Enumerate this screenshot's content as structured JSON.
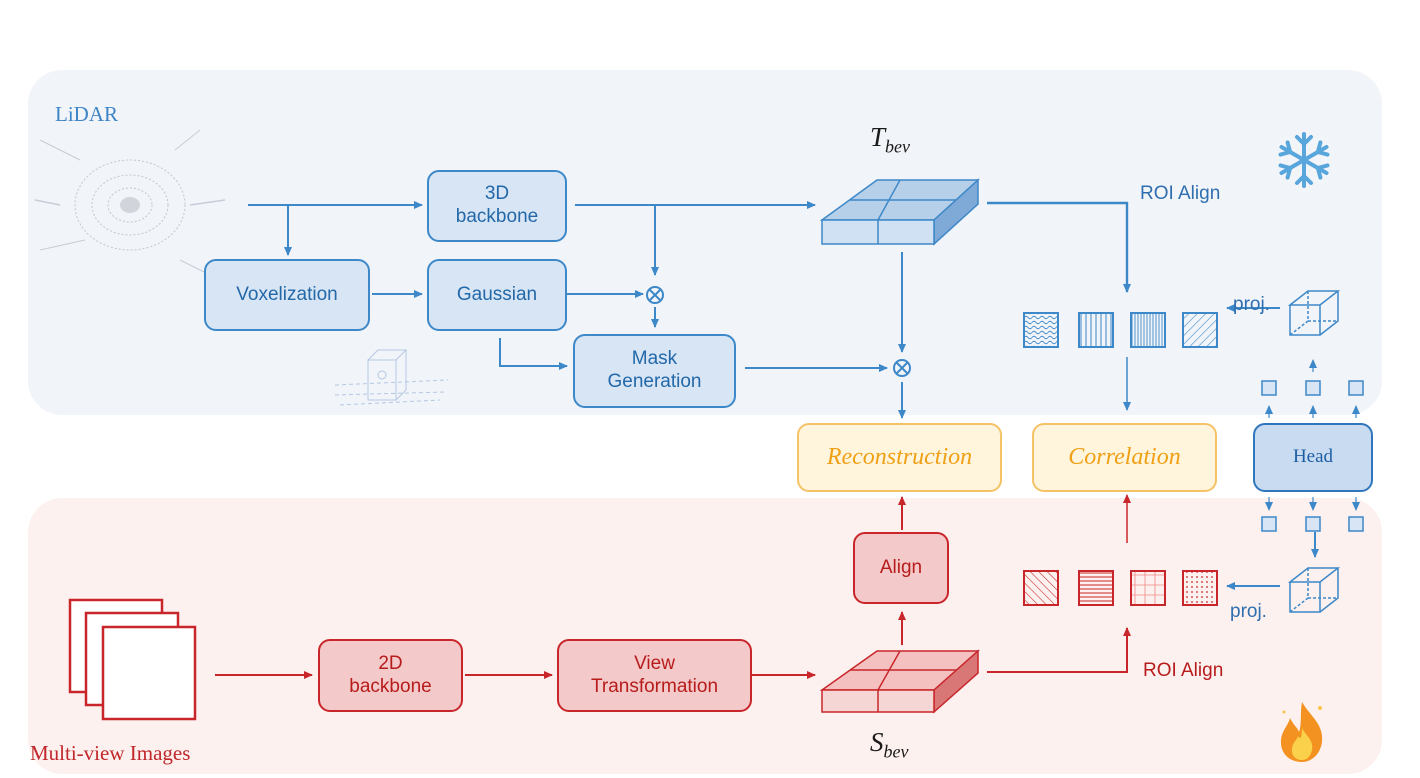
{
  "sections": {
    "lidar": {
      "title": "LiDAR",
      "state_icon": "snowflake-icon"
    },
    "camera": {
      "title": "Multi-view Images",
      "state_icon": "fire-icon"
    }
  },
  "lidar_branch": {
    "backbone_3d": "3D\nbackbone",
    "voxelization": "Voxelization",
    "gaussian": "Gaussian",
    "mask_generation": "Mask\nGeneration",
    "teacher_bev": {
      "base": "T",
      "sub": "bev"
    },
    "roi_align": "ROI Align",
    "proj": "proj."
  },
  "camera_branch": {
    "backbone_2d": "2D\nbackbone",
    "view_transformation": "View\nTransformation",
    "student_bev": {
      "base": "S",
      "sub": "bev"
    },
    "align": "Align",
    "roi_align": "ROI Align",
    "proj": "proj."
  },
  "losses": {
    "reconstruction": "Reconstruction",
    "correlation": "Correlation"
  },
  "head": "Head",
  "operators": {
    "multiply": "⊗"
  },
  "colors": {
    "blue": "#3d88c8",
    "red": "#c8262a",
    "orange": "#f5c366",
    "top_panel": "#f1f4f9",
    "bottom_panel": "#fdf1ef"
  }
}
